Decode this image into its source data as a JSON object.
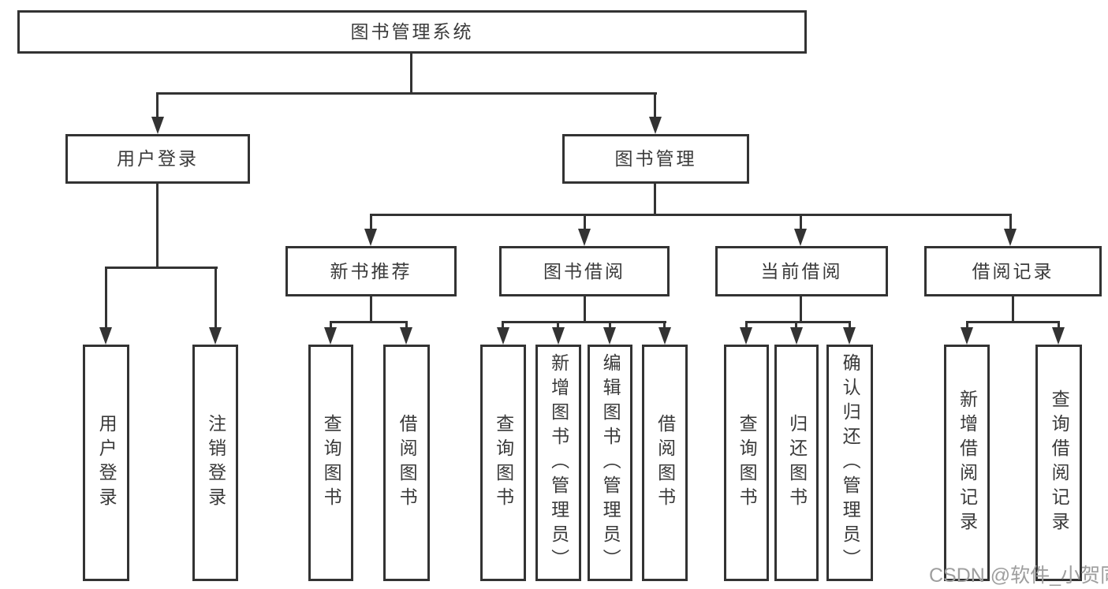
{
  "title": "图书管理系统",
  "tree": {
    "root": {
      "label": "图书管理系统"
    },
    "branches": [
      {
        "label": "用户登录",
        "children": [
          {
            "label": "用户登录"
          },
          {
            "label": "注销登录"
          }
        ]
      },
      {
        "label": "图书管理",
        "children": [
          {
            "label": "新书推荐",
            "children": [
              {
                "label": "查询图书"
              },
              {
                "label": "借阅图书"
              }
            ]
          },
          {
            "label": "图书借阅",
            "children": [
              {
                "label": "查询图书"
              },
              {
                "label": "新增图书（管理员）"
              },
              {
                "label": "编辑图书（管理员）"
              },
              {
                "label": "借阅图书"
              }
            ]
          },
          {
            "label": "当前借阅",
            "children": [
              {
                "label": "查询图书"
              },
              {
                "label": "归还图书"
              },
              {
                "label": "确认归还（管理员）"
              }
            ]
          },
          {
            "label": "借阅记录",
            "children": [
              {
                "label": "新增借阅记录"
              },
              {
                "label": "查询借阅记录"
              }
            ]
          }
        ]
      }
    ]
  },
  "watermark": {
    "text": "CSDN @软件_小贺同学"
  },
  "colors": {
    "line": "#333333",
    "text": "#3a3a3a",
    "watermark": "#9e9e9e",
    "background": "#ffffff"
  }
}
